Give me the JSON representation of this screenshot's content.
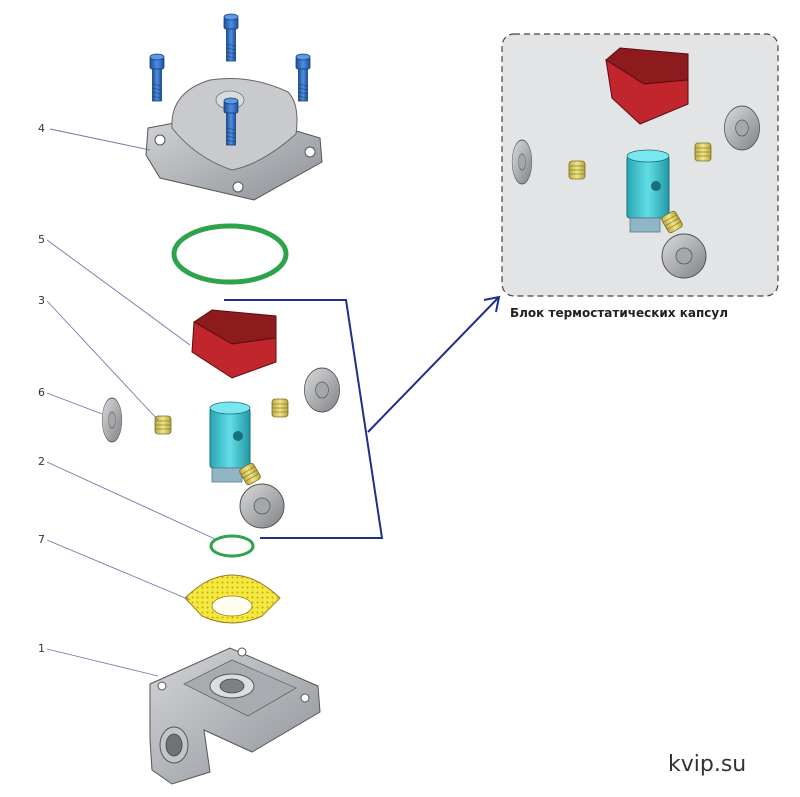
{
  "callouts": [
    "4",
    "5",
    "3",
    "6",
    "2",
    "7",
    "1"
  ],
  "inset": {
    "caption": "Блок термостатических капсул"
  },
  "watermark": "kvip.su",
  "colors": {
    "bolt_blue": "#2f6fc4",
    "cover_grey": "#b9bcc0",
    "gasket_green": "#2fa34a",
    "capsule_red": "#c0262b",
    "body_cyan": "#3cc4d0",
    "fitting_yellow": "#d9cc63",
    "filter_yellow": "#f0e64a",
    "leader_navy": "#1f2f8c",
    "inset_bg": "#e3e4e6"
  },
  "icons": [
    "bolt-icon",
    "cover-icon",
    "gasket-ring-icon",
    "capsule-band-icon",
    "fitting-icon",
    "disc-icon",
    "valve-body-icon",
    "filter-cone-icon",
    "housing-icon",
    "arrow-icon"
  ]
}
